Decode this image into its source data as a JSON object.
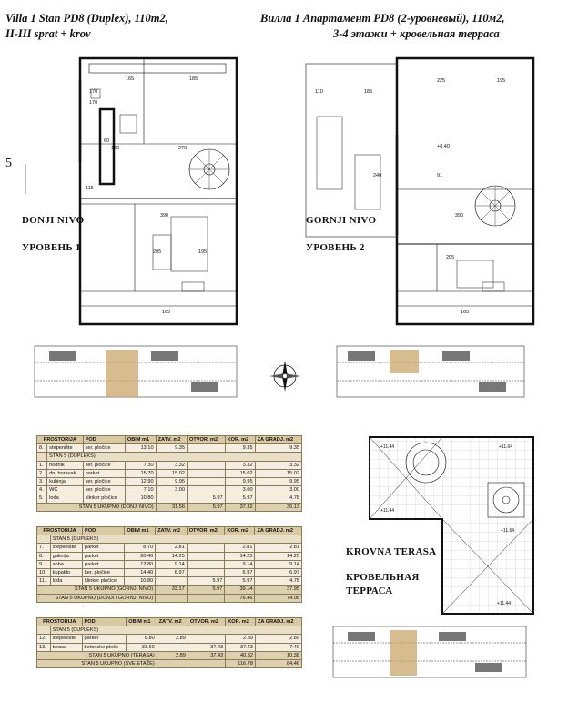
{
  "header": {
    "title_left_1": "Villa 1 Stan PD8 (Duplex), 110m2,",
    "title_left_2": "II-III sprat + krov",
    "title_right_1": "Вилла 1 Апартамент PD8 (2-уровневый), 110м2,",
    "title_right_2": "3-4 этажи + кровельная терраса"
  },
  "labels": {
    "marker": "5",
    "donji_lat": "DONJI NIVO",
    "donji_cyr": "УРОВЕНЬ 1",
    "gornji_lat": "GORNJI NIVO",
    "gornji_cyr": "УРОВЕНЬ 2",
    "krovna_lat": "KROVNA TERASA",
    "krovna_cyr_1": "КРОВЕЛЬНАЯ",
    "krovna_cyr_2": "ТЕРРАСА"
  },
  "plan_dims": {
    "d1": "165",
    "d2": "185",
    "d3": "170",
    "d4": "130",
    "d5": "270",
    "d6": "390",
    "d7": "205",
    "d8": "195",
    "d9": "165",
    "d10": "170",
    "d11": "60",
    "d12": "115",
    "g1": "110",
    "g2": "185",
    "g3": "225",
    "g4": "195",
    "g5": "240",
    "g6": "91",
    "g7": "390",
    "g8": "205",
    "g9": "165",
    "g10": "+8.40",
    "t1": "+11.44",
    "t2": "+11.44",
    "t3": "+11.64",
    "t4": "+11.64",
    "t5": "+11.44"
  },
  "table1": {
    "header": [
      "PROSTORIJA",
      "POD",
      "OBIM m1",
      "ZATV. m2",
      "OTVOR. m2",
      "KOR. m2",
      "ZA GRADJ. m2"
    ],
    "pre_row": [
      "8.",
      "stepenište",
      "ker. pločice",
      "13.10",
      "9.35",
      "",
      "9.35",
      "9.35"
    ],
    "unit": "STAN 5 (DUPLEKS)",
    "rows": [
      [
        "1.",
        "hodnik",
        "ker. pločice",
        "7.30",
        "3.32",
        "",
        "3.32",
        "3.32"
      ],
      [
        "2.",
        "dn. boravak",
        "parket",
        "15.70",
        "15.02",
        "",
        "15.02",
        "15.02"
      ],
      [
        "3.",
        "kuhinja",
        "ker. pločice",
        "12.90",
        "9.95",
        "",
        "9.95",
        "9.95"
      ],
      [
        "4.",
        "WC",
        "ker. pločice",
        "7.10",
        "3.00",
        "",
        "3.00",
        "3.00"
      ],
      [
        "5.",
        "lođa",
        "klinker pločice",
        "10.80",
        "",
        "5.97",
        "5.97",
        "4.78"
      ]
    ],
    "subtotal": [
      "STAN 5 UKUPNO (DONJI NIVO)",
      "31.56",
      "5.97",
      "37.32",
      "36.13"
    ]
  },
  "table2": {
    "header": [
      "PROSTORIJA",
      "POD",
      "OBIM m1",
      "ZATV. m2",
      "OTVOR. m2",
      "KOR. m2",
      "ZA GRADJ. m2"
    ],
    "unit": "STAN 5 (DUPLEKS)",
    "rows": [
      [
        "7.",
        "stepenište",
        "parket",
        "8.70",
        "2.81",
        "",
        "2.81",
        "2.81"
      ],
      [
        "8.",
        "galerija",
        "parket",
        "20.40",
        "14.25",
        "",
        "14.25",
        "14.25"
      ],
      [
        "9.",
        "soba",
        "parket",
        "12.80",
        "9.14",
        "",
        "9.14",
        "9.14"
      ],
      [
        "10.",
        "kupatilo",
        "ker. pločice",
        "14.40",
        "6.97",
        "",
        "6.97",
        "6.97"
      ],
      [
        "11.",
        "lođa",
        "klinker pločice",
        "10.80",
        "",
        "5.97",
        "5.97",
        "4.78"
      ]
    ],
    "subtotal": [
      "STAN 5 UKUPNO (GORNJI NIVO)",
      "33.17",
      "5.97",
      "39.14",
      "37.95"
    ],
    "total": [
      "STAN 5 UKUPNO (DONJI I GORNJI NIVO)",
      "",
      "",
      "76.46",
      "74.08"
    ]
  },
  "table3": {
    "header": [
      "PROSTORIJA",
      "POD",
      "OBIM m1",
      "ZATV. m2",
      "OTVOR. m2",
      "KOR. m2",
      "ZA GRADJ. m2"
    ],
    "unit": "STAN 5 (DUPLEKS)",
    "rows": [
      [
        "12.",
        "stepenište",
        "parket",
        "6.80",
        "2.89",
        "",
        "2.89",
        "2.89"
      ],
      [
        "13.",
        "terasa",
        "betonske ploče",
        "33.60",
        "",
        "37.43",
        "37.43",
        "7.49"
      ]
    ],
    "subtotal": [
      "STAN 5 UKUPNO (TERASA)",
      "2.89",
      "37.43",
      "40.32",
      "10.38"
    ],
    "total": [
      "STAN 5 UKUPNO (SVE ETAŽE)",
      "",
      "",
      "116.78",
      "84.46"
    ]
  }
}
